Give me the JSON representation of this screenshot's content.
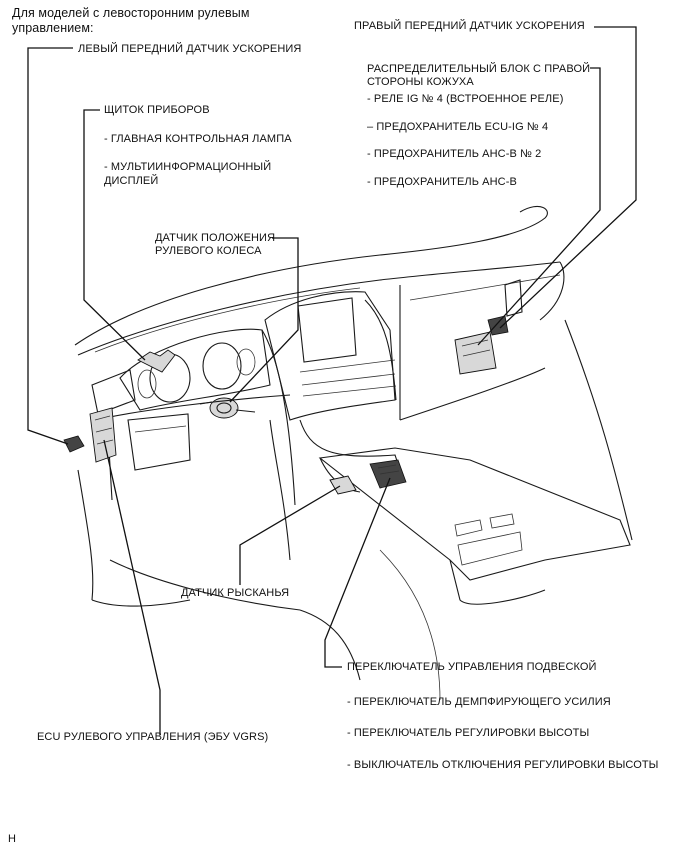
{
  "note_lhd": [
    "Для моделей с левосторонним рулевым",
    "управлением:"
  ],
  "labels": {
    "left_front_accel_sensor": "ЛЕВЫЙ ПЕРЕДНИЙ ДАТЧИК УСКОРЕНИЯ",
    "combination_meter": "ЩИТОК ПРИБОРОВ",
    "combination_meter_items": [
      "- ГЛАВНАЯ КОНТРОЛЬНАЯ ЛАМПА",
      "- МУЛЬТИИНФОРМАЦИОННЫЙ",
      "ДИСПЛЕЙ"
    ],
    "steering_angle_sensor": [
      "ДАТЧИК ПОЛОЖЕНИЯ",
      "РУЛЕВОГО КОЛЕСА"
    ],
    "right_front_accel_sensor": "ПРАВЫЙ ПЕРЕДНИЙ ДАТЧИК УСКОРЕНИЯ",
    "junction_block": [
      "РАСПРЕДЕЛИТЕЛЬНЫЙ БЛОК С ПРАВОЙ",
      "СТОРОНЫ КОЖУХА"
    ],
    "junction_block_items": [
      "- РЕЛЕ IG № 4 (ВСТРОЕННОЕ РЕЛЕ)",
      "– ПРЕДОХРАНИТЕЛЬ ECU-IG № 4",
      "- ПРЕДОХРАНИТЕЛЬ AHC-B № 2",
      "- ПРЕДОХРАНИТЕЛЬ AHC-B"
    ],
    "yaw_rate_sensor": "ДАТЧИК РЫСКАНЬЯ",
    "suspension_switch": "ПЕРЕКЛЮЧАТЕЛЬ УПРАВЛЕНИЯ ПОДВЕСКОЙ",
    "suspension_switch_items": [
      "- ПЕРЕКЛЮЧАТЕЛЬ ДЕМПФИРУЮЩЕГО УСИЛИЯ",
      "- ПЕРЕКЛЮЧАТЕЛЬ РЕГУЛИРОВКИ ВЫСОТЫ",
      "- ВЫКЛЮЧАТЕЛЬ ОТКЛЮЧЕНИЯ РЕГУЛИРОВКИ ВЫСОТЫ"
    ],
    "steering_ecu": "ECU РУЛЕВОГО УПРАВЛЕНИЯ (ЭБУ VGRS)"
  },
  "footer_code": "H"
}
